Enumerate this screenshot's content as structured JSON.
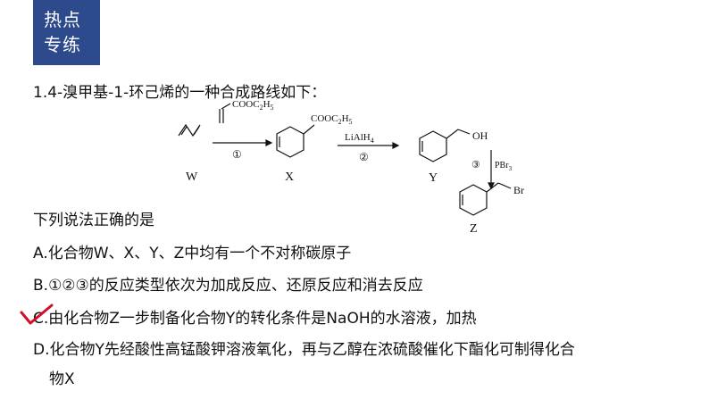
{
  "header": {
    "badge_line1": "热点",
    "badge_line2": "专练"
  },
  "question": {
    "title": "1.4-溴甲基-1-环己烯的一种合成路线如下：",
    "prompt": "下列说法正确的是",
    "options": [
      {
        "label": "A.化合物W、X、Y、Z中均有一个不对称碳原子"
      },
      {
        "label": "B.①②③的反应类型依次为加成反应、还原反应和消去反应"
      },
      {
        "label": "C.由化合物Z一步制备化合物Y的转化条件是NaOH的水溶液，加热"
      },
      {
        "label": "D.化合物Y先经酸性高锰酸钾溶液氧化，再与乙醇在浓硫酸催化下酯化可制得化合",
        "cont": "物X"
      }
    ],
    "checkmark_color": "#d0102a"
  },
  "scheme": {
    "W": "W",
    "X": "X",
    "Y": "Y",
    "Z": "Z",
    "reagent1": "COOC2H5",
    "step1": "①",
    "x_substituent": "COOC2H5",
    "reagent2": "LiAlH4",
    "step2": "②",
    "y_substituent": "OH",
    "reagent3": "PBr3",
    "step3": "③",
    "z_substituent": "Br"
  }
}
